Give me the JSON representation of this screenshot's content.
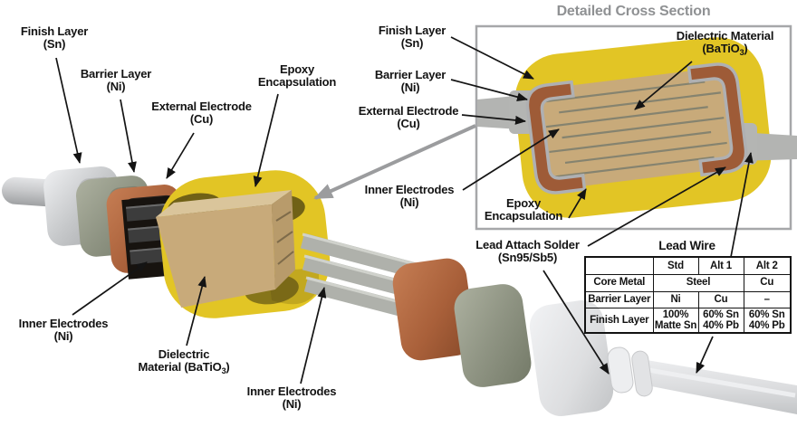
{
  "panel": {
    "title": "Detailed Cross Section"
  },
  "exploded_labels": {
    "finish": {
      "line1": "Finish Layer",
      "line2": "(Sn)"
    },
    "barrier": {
      "line1": "Barrier Layer",
      "line2": "(Ni)"
    },
    "external": {
      "line1": "External Electrode",
      "line2": "(Cu)"
    },
    "epoxy": {
      "line1": "Epoxy",
      "line2": "Encapsulation"
    },
    "inner_left": {
      "line1": "Inner Electrodes",
      "line2": "(Ni)"
    },
    "dielectric": {
      "line1": "Dielectric",
      "line2_pre": "Material (BaTiO",
      "line2_sub": "3",
      "line2_post": ")"
    },
    "inner_right": {
      "line1": "Inner Electrodes",
      "line2": "(Ni)"
    }
  },
  "section_labels": {
    "finish": {
      "line1": "Finish Layer",
      "line2": "(Sn)"
    },
    "barrier": {
      "line1": "Barrier Layer",
      "line2": "(Ni)"
    },
    "external": {
      "line1": "External Electrode",
      "line2": "(Cu)"
    },
    "inner": {
      "line1": "Inner Electrodes",
      "line2": "(Ni)"
    },
    "epoxy": {
      "line1": "Epoxy",
      "line2": "Encapsulation"
    },
    "dielectric": {
      "line1": "Dielectric Material",
      "line2_pre": "(BaTiO",
      "line2_sub": "3",
      "line2_post": ")"
    },
    "solder": {
      "line1": "Lead Attach Solder",
      "line2": "(Sn95/Sb5)"
    },
    "lead_wire_title": "Lead Wire"
  },
  "lead_wire_table": {
    "headers": {
      "std": "Std",
      "alt1": "Alt 1",
      "alt2": "Alt 2"
    },
    "core": {
      "label": "Core Metal",
      "std_alt1": "Steel",
      "alt2": "Cu"
    },
    "barrier": {
      "label": "Barrier Layer",
      "std": "Ni",
      "alt1": "Cu",
      "alt2": "–"
    },
    "finish": {
      "label": "Finish Layer",
      "std_l1": "100%",
      "std_l2": "Matte Sn",
      "alt1_l1": "60% Sn",
      "alt1_l2": "40% Pb",
      "alt2_l1": "60% Sn",
      "alt2_l2": "40% Pb"
    }
  },
  "colors": {
    "epoxy_yellow": "#E2C525",
    "dielectric_tan": "#C8AA7A",
    "dielectric_top": "#DAC59B",
    "dielectric_side": "#B89B6B",
    "electrode_copper": "#9E5B37",
    "barrier_olive": "#939686",
    "finish_gray": "#CDCFD1",
    "lead_gray": "#B3B4B2",
    "title_gray": "#8F9193"
  }
}
